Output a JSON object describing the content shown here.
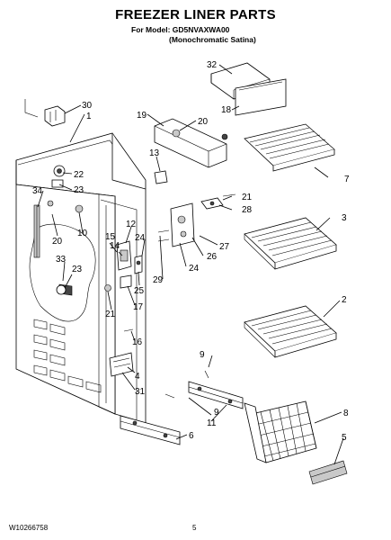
{
  "header": {
    "title": "FREEZER LINER PARTS",
    "model_line": "For Model: GD5NVAXWA00",
    "color_line": "(Monochromatic Satina)"
  },
  "footer": {
    "doc_number": "W10266758",
    "page_number": "5"
  },
  "callouts": [
    "30",
    "1",
    "19",
    "20",
    "32",
    "18",
    "13",
    "22",
    "23",
    "34",
    "7",
    "21",
    "28",
    "12",
    "3",
    "15",
    "14",
    "24",
    "27",
    "10",
    "20",
    "26",
    "33",
    "23",
    "24",
    "25",
    "29",
    "21",
    "17",
    "2",
    "16",
    "9",
    "4",
    "31",
    "9",
    "11",
    "8",
    "6",
    "5"
  ]
}
